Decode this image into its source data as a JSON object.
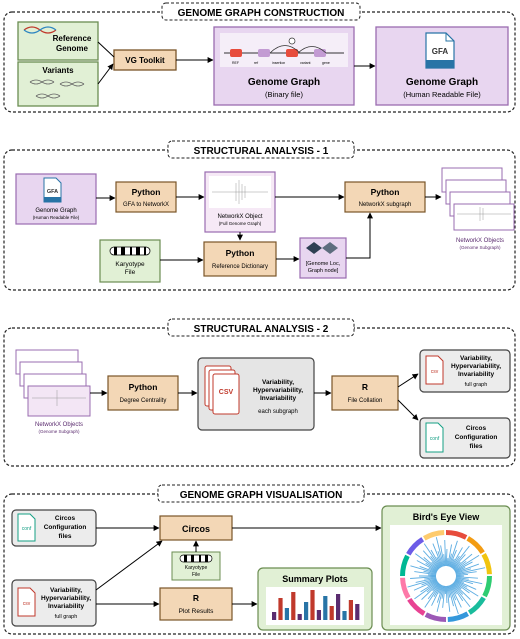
{
  "sections": {
    "construction": "GENOME GRAPH CONSTRUCTION",
    "structural1": "STRUCTURAL ANALYSIS - 1",
    "structural2": "STRUCTURAL ANALYSIS - 2",
    "visualisation": "GENOME GRAPH VISUALISATION"
  },
  "construction": {
    "reference": [
      "Reference",
      "Genome"
    ],
    "variants": "Variants",
    "vg_toolkit": "VG Toolkit",
    "binary_title": "Genome Graph",
    "binary_sub": "(Binary file)",
    "gfa_icon": "GFA",
    "gfa_title": "Genome Graph",
    "gfa_sub": "(Human Readable File)",
    "mini_labels": [
      "REF",
      "ref",
      "insertion",
      "variant",
      "gene"
    ]
  },
  "s1": {
    "gfa_icon": "GFA",
    "gfa_title": "Genome Graph",
    "gfa_sub": "(Human Readable File)",
    "py1_title": "Python",
    "py1_sub": "GFA to NetworkX",
    "nx_title": "NetworkX Object",
    "nx_sub": "(Full Genome Graph)",
    "py2_title": "Python",
    "py2_sub": "NetworkX subgraph",
    "nxs_title": "NetworkX Objects",
    "nxs_sub": "(Genome Subgraph)",
    "karyotype": [
      "Karyotype",
      "File"
    ],
    "py3_title": "Python",
    "py3_sub": "Reference Dictionary",
    "loc": [
      "[Genome Loc,",
      "Graph node]"
    ]
  },
  "s2": {
    "nxs_title": "NetworkX Objects",
    "nxs_sub": "(Genome Subgraph)",
    "py_title": "Python",
    "py_sub": "Degree Centrality",
    "csv_icon": "CSV",
    "csv_lines": [
      "Variability,",
      "Hypervariability,",
      "Invariability"
    ],
    "csv_sub": "each subgraph",
    "r_title": "R",
    "r_sub": "File Collation",
    "out_icon": "csv",
    "out_lines": [
      "Variability,",
      "Hypervariability,",
      "Invariability"
    ],
    "out_sub": "full graph",
    "conf_icon": "conf",
    "conf_lines": [
      "Circos",
      "Configuration",
      "files"
    ]
  },
  "vis": {
    "conf_icon": "conf",
    "conf_lines": [
      "Circos",
      "Configuration",
      "files"
    ],
    "circos": "Circos",
    "karyotype": [
      "Karyotype",
      "File"
    ],
    "r_title": "R",
    "r_sub": "Plot Results",
    "csv_icon": "csv",
    "csv_lines": [
      "Variability,",
      "Hypervariability,",
      "Invariability"
    ],
    "csv_sub": "full graph",
    "summary": "Summary Plots",
    "birds_eye": "Bird's Eye View"
  },
  "colors": {
    "lavender": "#e8d6f0",
    "lavender_border": "#9a6cb0",
    "tan": "#f3d7b6",
    "tan_border": "#7a5528",
    "green": "#e1f0d5",
    "green_border": "#6b8d52",
    "grey": "#ececec",
    "grey_border": "#444444",
    "tan_lavender": "#f8ecdf"
  }
}
